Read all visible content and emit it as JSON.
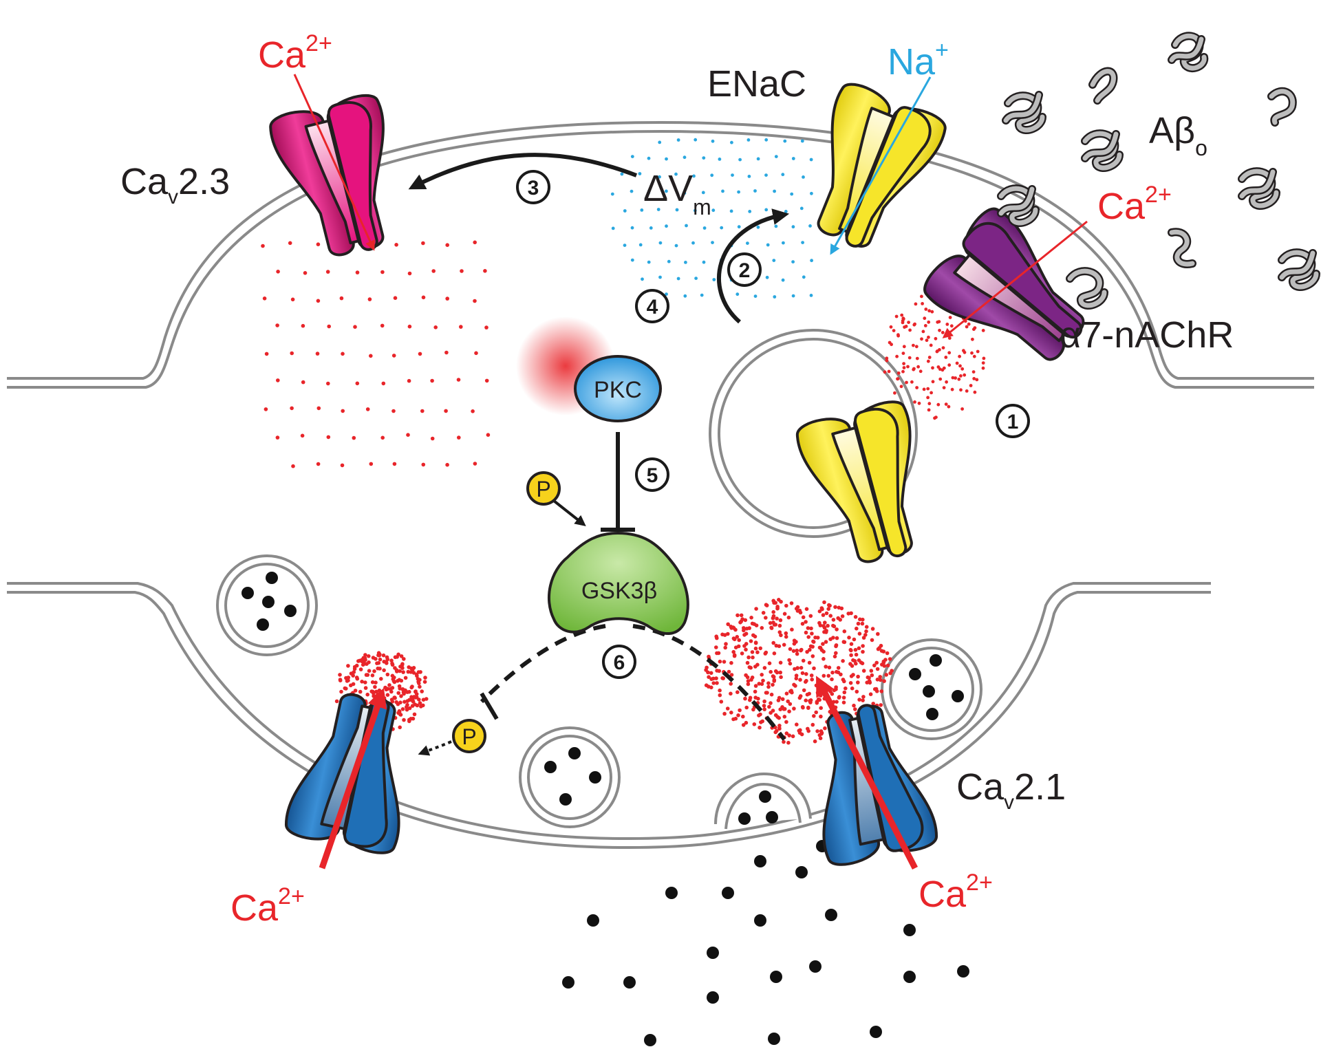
{
  "labels": {
    "ca_top": "Ca",
    "ca_top_sup": "2+",
    "cav23_main": "Ca",
    "cav23_sub": "v",
    "cav23_rest": "2.3",
    "enac": "ENaC",
    "na": "Na",
    "na_sup": "+",
    "abeta_main": "Aβ",
    "abeta_sub": "o",
    "ca_nachr": "Ca",
    "ca_nachr_sup": "2+",
    "nachr": "α7-nAChR",
    "dvm_main": "ΔV",
    "dvm_sub": "m",
    "pkc": "PKC",
    "gsk": "GSK3β",
    "p_top": "P",
    "p_bottom": "P",
    "cav21_main": "Ca",
    "cav21_sub": "v",
    "cav21_rest": "2.1",
    "ca_bl": "Ca",
    "ca_bl_sup": "2+",
    "ca_br": "Ca",
    "ca_br_sup": "2+"
  },
  "steps": [
    "1",
    "2",
    "3",
    "4",
    "5",
    "6"
  ],
  "colors": {
    "calcium_red": "#e8252a",
    "sodium_blue": "#2aa7df",
    "cav23_magenta": "#e5137e",
    "enac_yellow": "#f6e52a",
    "nachr_purple": "#7c2585",
    "cav21_blue": "#1f6fb6",
    "pkc_blue": "#3a9fe0",
    "gsk_green": "#7dc242",
    "phosphate_yellow": "#f7d21c",
    "membrane_gray": "#8a8a8a"
  }
}
